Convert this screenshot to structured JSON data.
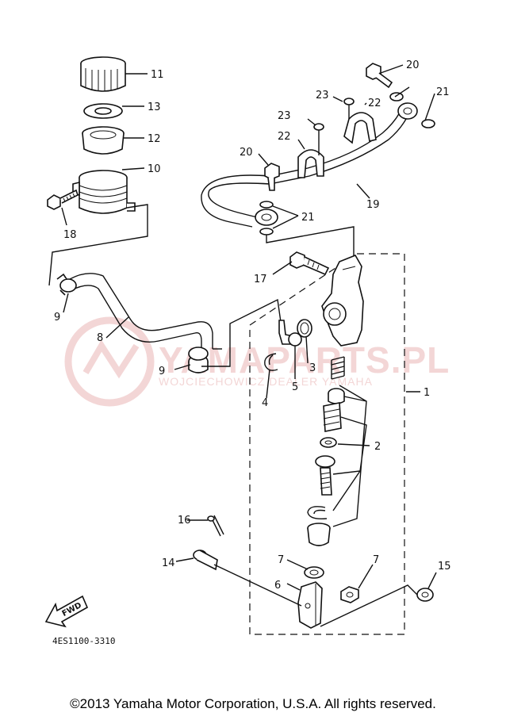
{
  "diagram": {
    "ref_code": "4ES1100-3310",
    "fwd_label": "FWD",
    "watermark": {
      "main": "YAMAPARTS.PL",
      "sub": "WOJCIECHOWICZ DEALER YAMAHA"
    },
    "labels": {
      "p1": "1",
      "p2": "2",
      "p3": "3",
      "p4": "4",
      "p5": "5",
      "p6": "6",
      "p7a": "7",
      "p7b": "7",
      "p8": "8",
      "p9a": "9",
      "p9b": "9",
      "p10": "10",
      "p11": "11",
      "p12": "12",
      "p13": "13",
      "p14": "14",
      "p15": "15",
      "p16": "16",
      "p17": "17",
      "p18": "18",
      "p19": "19",
      "p20a": "20",
      "p20b": "20",
      "p21a": "21",
      "p21b": "21",
      "p22a": "22",
      "p22b": "22",
      "p23a": "23",
      "p23b": "23"
    }
  },
  "footer": {
    "copyright": "©2013 Yamaha Motor Corporation, U.S.A. All rights reserved."
  }
}
